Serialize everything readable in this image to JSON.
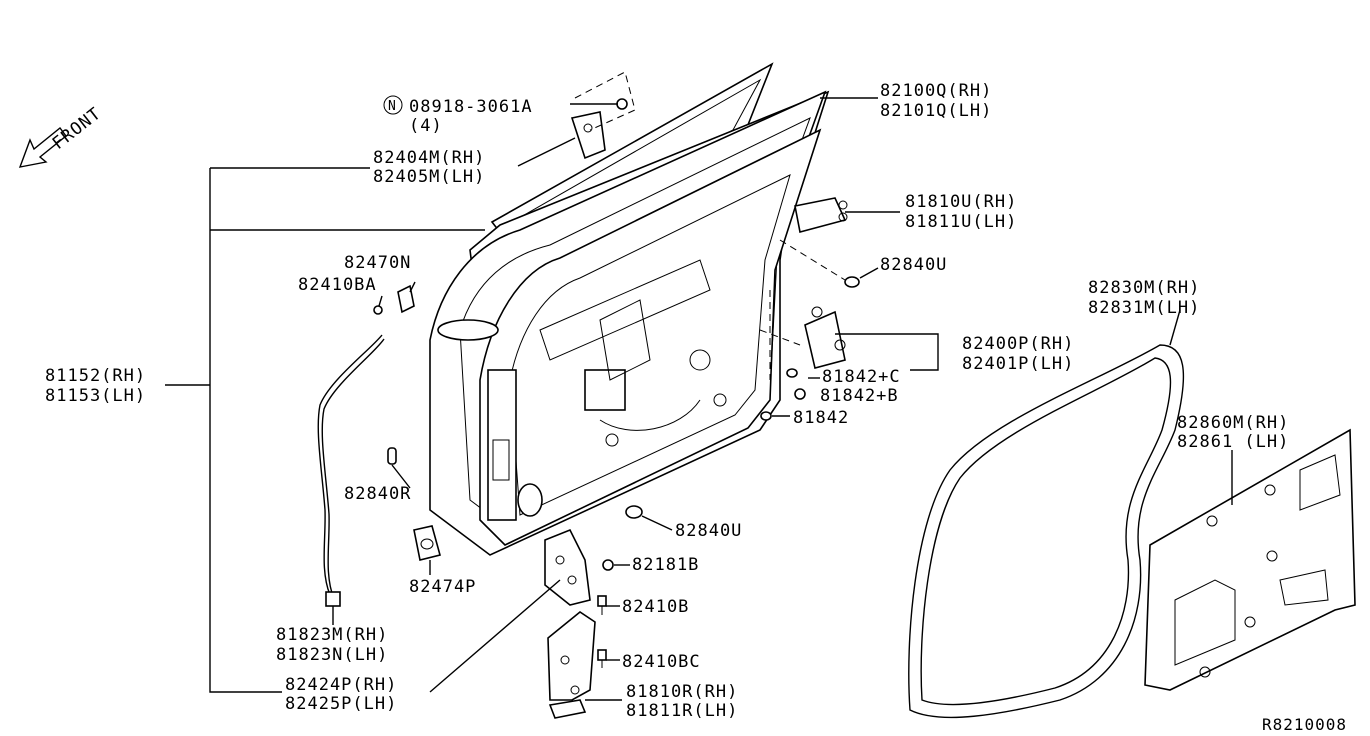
{
  "front_label": "FRONT",
  "diagram_code": "R8210008",
  "labels": {
    "hinge_bolt": "08918-3061A",
    "hinge_bolt_circle": "N",
    "hinge_bolt_qty": "(4)",
    "sash_rh": "82100Q(RH)",
    "sash_lh": "82101Q(LH)",
    "hinge_upper_rh": "82404M(RH)",
    "hinge_upper_lh": "82405M(LH)",
    "rod_rh": "81810U(RH)",
    "rod_lh": "81811U(LH)",
    "clip_82470n": "82470N",
    "bolt_82410ba": "82410BA",
    "plug_82840u_top": "82840U",
    "weatherstrip_rh": "82830M(RH)",
    "weatherstrip_lh": "82831M(LH)",
    "hinge_side_rh": "82400P(RH)",
    "hinge_side_lh": "82401P(LH)",
    "door_rh": "81152(RH)",
    "door_lh": "81153(LH)",
    "bolt_81842c": "81842+C",
    "bolt_81842b": "81842+B",
    "bolt_81842": "81842",
    "screen_rh": "82860M(RH)",
    "screen_lh": "82861  (LH)",
    "plug_82840r": "82840R",
    "plug_82840u_bottom": "82840U",
    "nut_82181b": "82181B",
    "grommet_82474p": "82474P",
    "bolt_82410b": "82410B",
    "cable_rh": "81823M(RH)",
    "cable_lh": "81823N(LH)",
    "bolt_82410bc": "82410BC",
    "hinge_lower_rh": "82424P(RH)",
    "hinge_lower_lh": "82425P(LH)",
    "handle_rh": "81810R(RH)",
    "handle_lh": "81811R(LH)"
  }
}
